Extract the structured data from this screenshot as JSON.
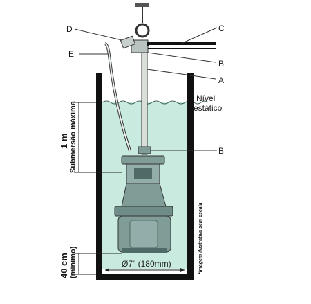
{
  "labels": {
    "a": "A",
    "b_top": "B",
    "b_bottom": "B",
    "c": "C",
    "d": "D",
    "e": "E"
  },
  "static_level": {
    "line1": "Nível",
    "line2": "estático"
  },
  "submersion": {
    "value": "1 m",
    "text": "Submersão máxima"
  },
  "minimum": {
    "value": "40 cm",
    "text": "(mínimo)"
  },
  "diameter": "Ø7\" (180mm)",
  "disclaimer": "*Imagem ilustrativa sem escala",
  "colors": {
    "water": "#c9eade",
    "pump": "#7f9c97",
    "pump_dark": "#4f6b67",
    "lines": "#1a1a1a"
  }
}
